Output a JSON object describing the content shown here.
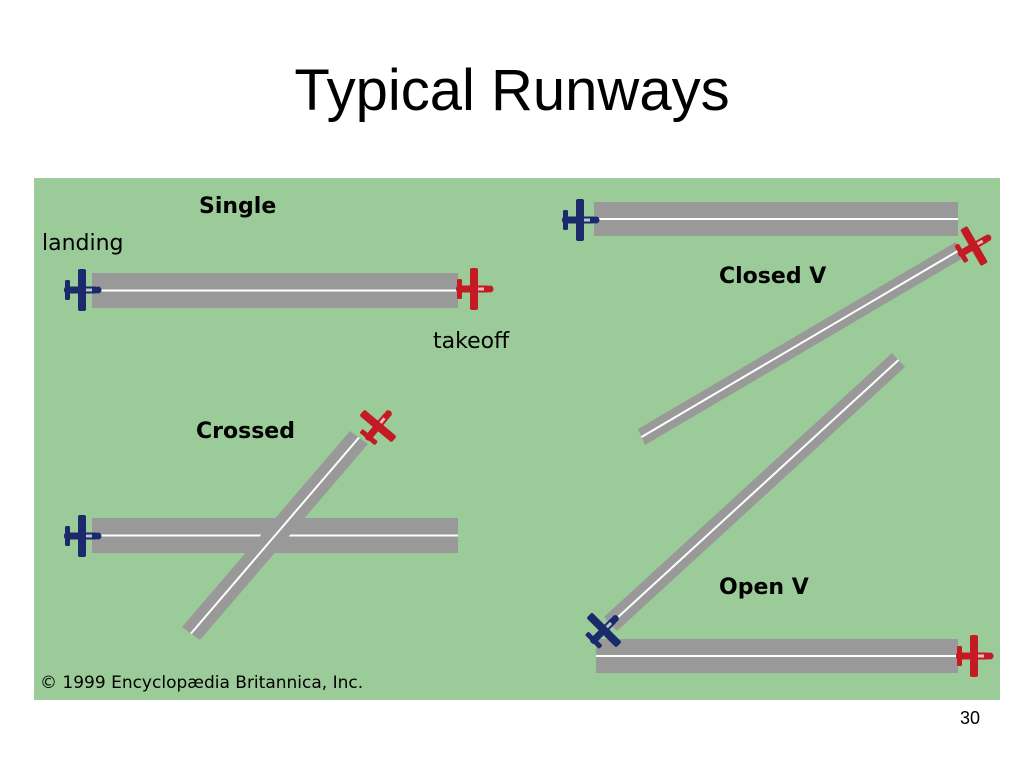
{
  "slide": {
    "title": "Typical Runways",
    "page_number": "30"
  },
  "diagram": {
    "labels": {
      "single": "Single",
      "landing": "landing",
      "takeoff": "takeoff",
      "crossed": "Crossed",
      "closed_v": "Closed V",
      "open_v": "Open V"
    },
    "copyright": "© 1999 Encyclopædia Britannica, Inc."
  },
  "colors": {
    "grass": "#9bcb98",
    "runway": "#999999",
    "centerline": "#ffffff",
    "landing_plane": "#1a2a6a",
    "takeoff_plane": "#c41a24"
  },
  "icons": {
    "landing_plane": "airplane-navy-icon",
    "takeoff_plane": "airplane-red-icon"
  }
}
